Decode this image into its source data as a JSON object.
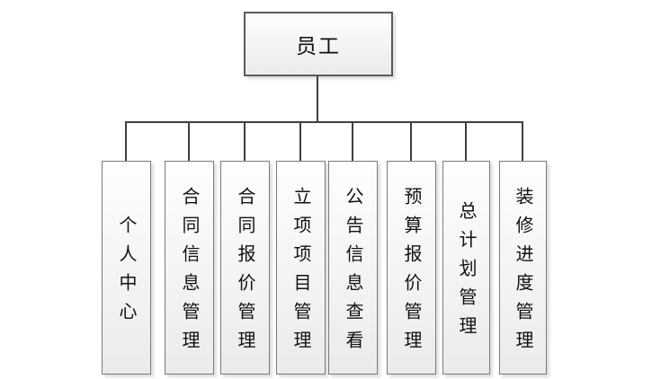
{
  "diagram": {
    "root": {
      "label": "员工"
    },
    "children": [
      {
        "label": "个人中心"
      },
      {
        "label": "合同信息管理"
      },
      {
        "label": "合同报价管理"
      },
      {
        "label": "立项项目管理"
      },
      {
        "label": "公告信息查看"
      },
      {
        "label": "预算报价管理"
      },
      {
        "label": "总计划管理"
      },
      {
        "label": "装修进度管理"
      }
    ]
  },
  "colors": {
    "connector": "#3f3f3f",
    "box_border": "#7a7a7a",
    "root_border": "#5a5a5a",
    "box_fill_top": "#fefefe",
    "box_fill_bottom": "#ebebeb",
    "text": "#111111",
    "background": "#ffffff"
  }
}
